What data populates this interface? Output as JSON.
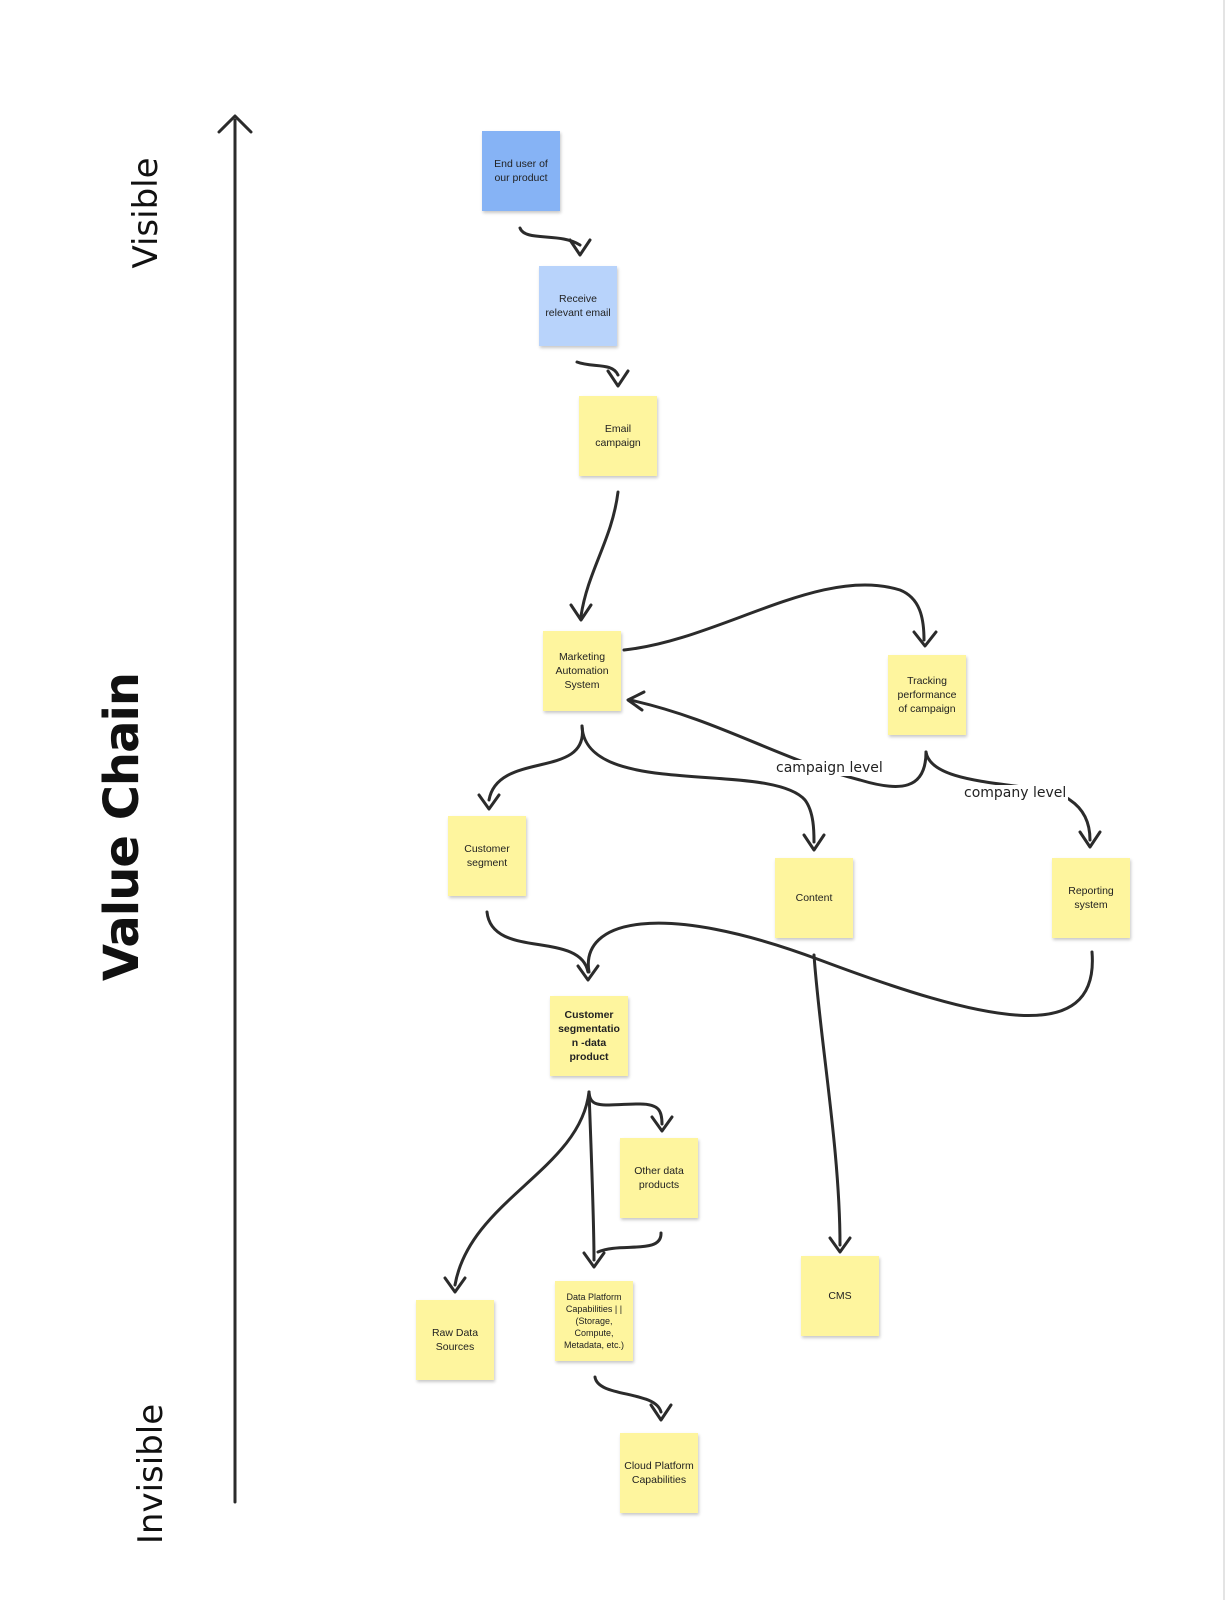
{
  "axis": {
    "title": "Value Chain",
    "top_label": "Visible",
    "bottom_label": "Invisible"
  },
  "nodes": {
    "end_user": "End user of our product",
    "receive_email": "Receive relevant email",
    "email_campaign": "Email campaign",
    "marketing_automation": "Marketing Automation System",
    "tracking": "Tracking performance of campaign",
    "customer_segment": "Customer segment",
    "content": "Content",
    "reporting": "Reporting system",
    "segmentation_product": "Customer segmentatio n -data product",
    "other_data_products": "Other data products",
    "cms": "CMS",
    "raw_data": "Raw Data Sources",
    "data_platform": "Data Platform Capabilities | | (Storage, Compute, Metadata, etc.)",
    "cloud_platform": "Cloud Platform Capabilities"
  },
  "edge_labels": {
    "campaign_level": "campaign level",
    "company_level": "company level"
  },
  "colors": {
    "sticky_yellow": "#fef59e",
    "sticky_blue": "#86b3f5",
    "sticky_light_blue": "#b8d3fb",
    "line": "#2b2b2b"
  }
}
